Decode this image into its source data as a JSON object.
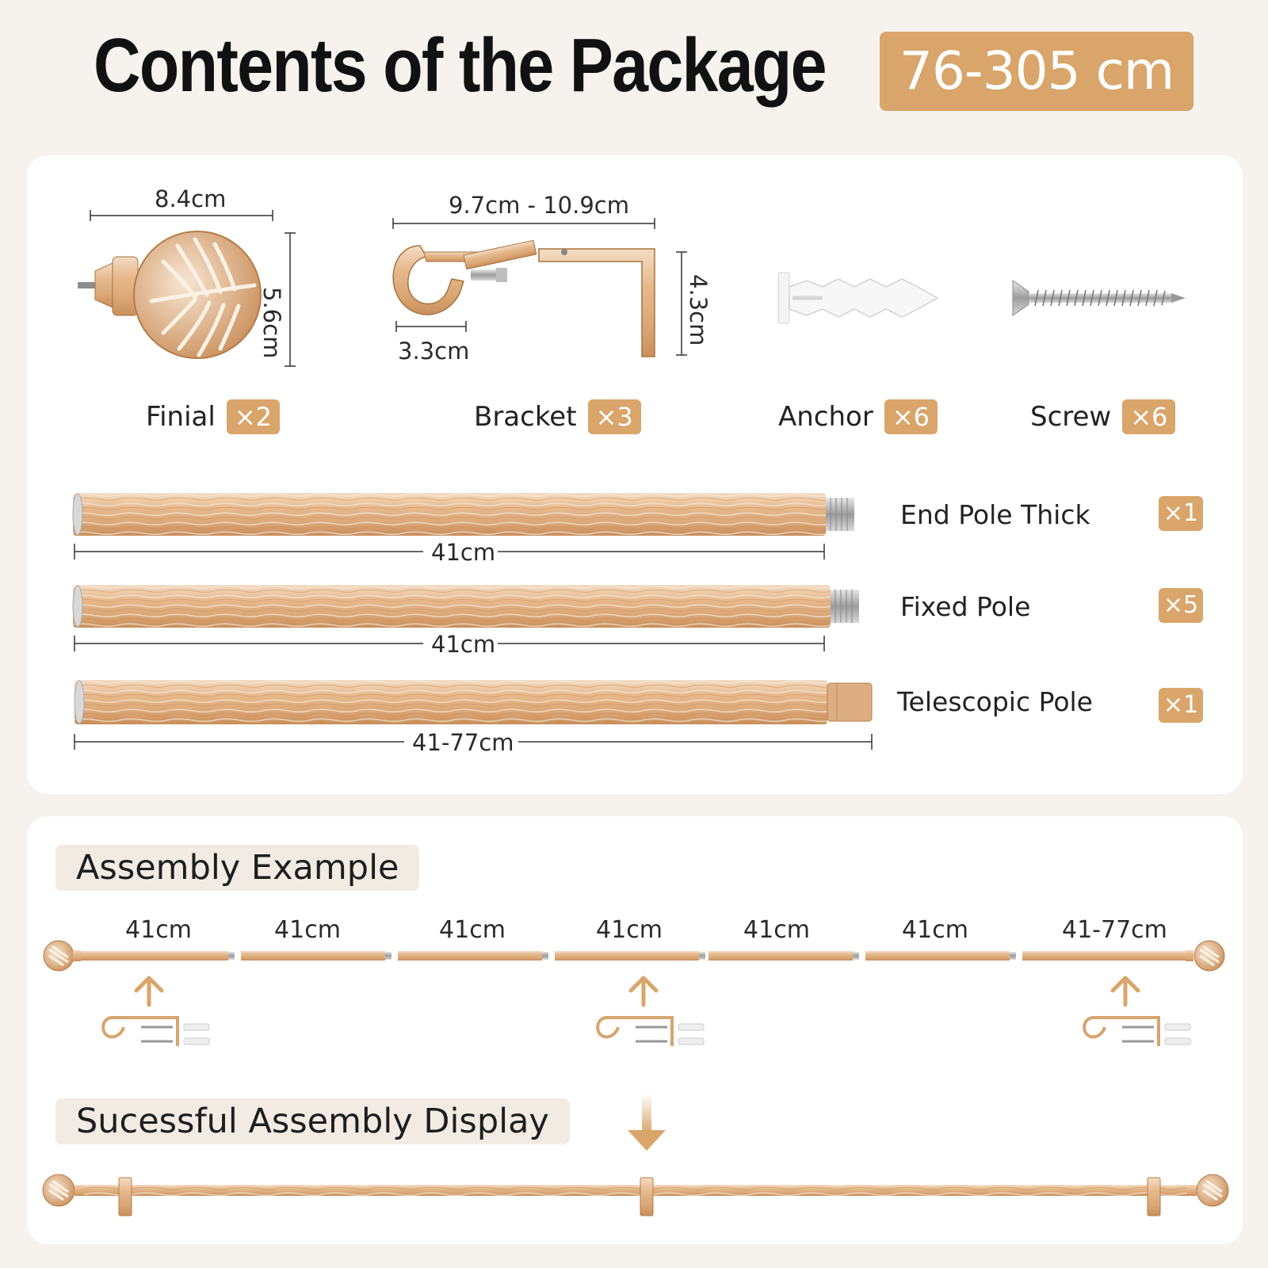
{
  "header": {
    "title": "Contents of the Package",
    "range": "76-305 cm"
  },
  "parts": [
    {
      "label": "Finial",
      "qty": "×2",
      "dims": [
        "8.4cm",
        "5.6cm"
      ],
      "icon": "finial-icon"
    },
    {
      "label": "Bracket",
      "qty": "×3",
      "dims": [
        "9.7cm - 10.9cm",
        "4.3cm",
        "3.3cm"
      ],
      "icon": "bracket-icon"
    },
    {
      "label": "Anchor",
      "qty": "×6",
      "icon": "anchor-icon"
    },
    {
      "label": "Screw",
      "qty": "×6",
      "icon": "screw-icon"
    }
  ],
  "poles": [
    {
      "label": "End Pole Thick",
      "qty": "×1",
      "length": "41cm"
    },
    {
      "label": "Fixed Pole",
      "qty": "×5",
      "length": "41cm"
    },
    {
      "label": "Telescopic Pole",
      "qty": "×1",
      "length": "41-77cm"
    }
  ],
  "assembly": {
    "title": "Assembly Example",
    "segments": [
      "41cm",
      "41cm",
      "41cm",
      "41cm",
      "41cm",
      "41cm",
      "41-77cm"
    ]
  },
  "display": {
    "title": "Sucessful Assembly Display"
  },
  "colors": {
    "accent": "#d9a56a",
    "wood": "#e2b58a",
    "background": "#f6f3ef",
    "card": "#ffffff"
  }
}
